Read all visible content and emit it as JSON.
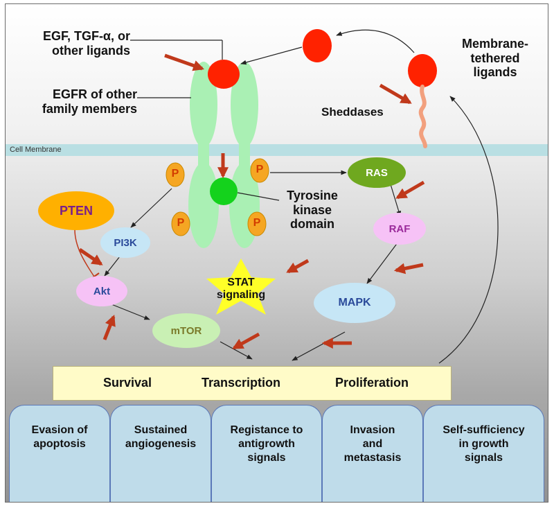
{
  "labels": {
    "ligands": "EGF, TGF-α, or\nother ligands",
    "egfr": "EGFR of other\nfamily members",
    "membrane_tethered": "Membrane-\ntethered\nligands",
    "sheddases": "Sheddases",
    "cell_membrane": "Cell Membrane",
    "tyrosine_kinase": "Tyrosine\nkinase\ndomain",
    "phospho": "P"
  },
  "nodes": {
    "pten": "PTEN",
    "pi3k": "PI3K",
    "akt": "Akt",
    "mtor": "mTOR",
    "stat": "STAT\nsignaling",
    "ras": "RAS",
    "raf": "RAF",
    "mapk": "MAPK"
  },
  "outcomes": [
    "Survival",
    "Transcription",
    "Proliferation"
  ],
  "hallmarks": [
    "Evasion of\napoptosis",
    "Sustained\nangiogenesis",
    "Registance to\nantigrowth\nsignals",
    "Invasion\nand\nmetastasis",
    "Self-sufficiency\nin growth\nsignals"
  ],
  "colors": {
    "ligand": "#ff2200",
    "receptor": "#aaf0b4",
    "kinase": "#14d21c",
    "phospho": "#f5a623",
    "pten": "#ffb000",
    "pi3k": "#c6e6f6",
    "akt": "#f6c2f6",
    "mtor": "#c9f0b4",
    "stat": "#ffff28",
    "ras": "#6fa81f",
    "raf": "#f6c2f6",
    "mapk": "#c6e6f6",
    "arrow_red": "#c0391b",
    "membrane": "#b9dfe3",
    "outcome_bar": "#fffbc8",
    "hallmark": "#bfdcea"
  }
}
